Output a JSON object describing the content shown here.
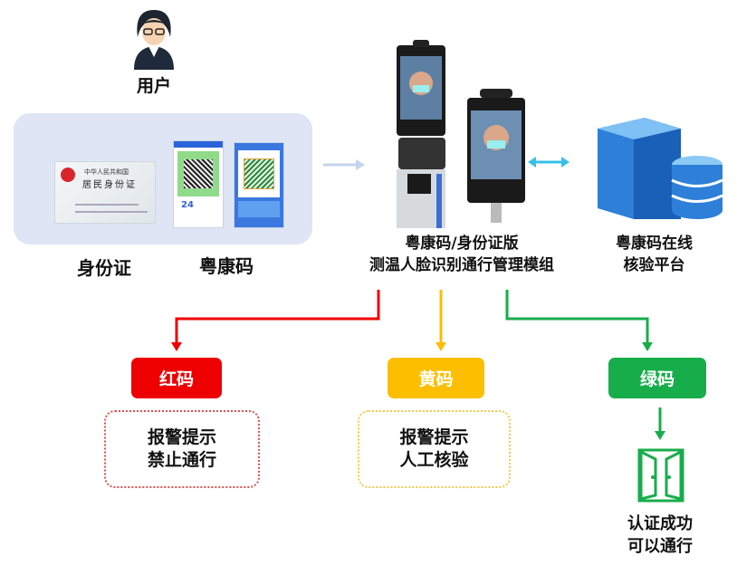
{
  "user": {
    "label": "用户"
  },
  "credentials": {
    "id_card": {
      "label": "身份证",
      "card_line1": "中华人民共和国",
      "card_line2": "居民身份证"
    },
    "health_code": {
      "label": "粤康码",
      "phone_number": "24"
    }
  },
  "device": {
    "line1": "粤康码/身份证版",
    "line2": "测温人脸识别通行管理模组"
  },
  "platform": {
    "line1": "粤康码在线",
    "line2": "核验平台"
  },
  "outcomes": [
    {
      "code": "红码",
      "line1": "报警提示",
      "line2": "禁止通行",
      "color": "#ee0000"
    },
    {
      "code": "黄码",
      "line1": "报警提示",
      "line2": "人工核验",
      "color": "#fbbf00"
    },
    {
      "code": "绿码",
      "line1": "认证成功",
      "line2": "可以通行",
      "color": "#18ad4b"
    }
  ]
}
